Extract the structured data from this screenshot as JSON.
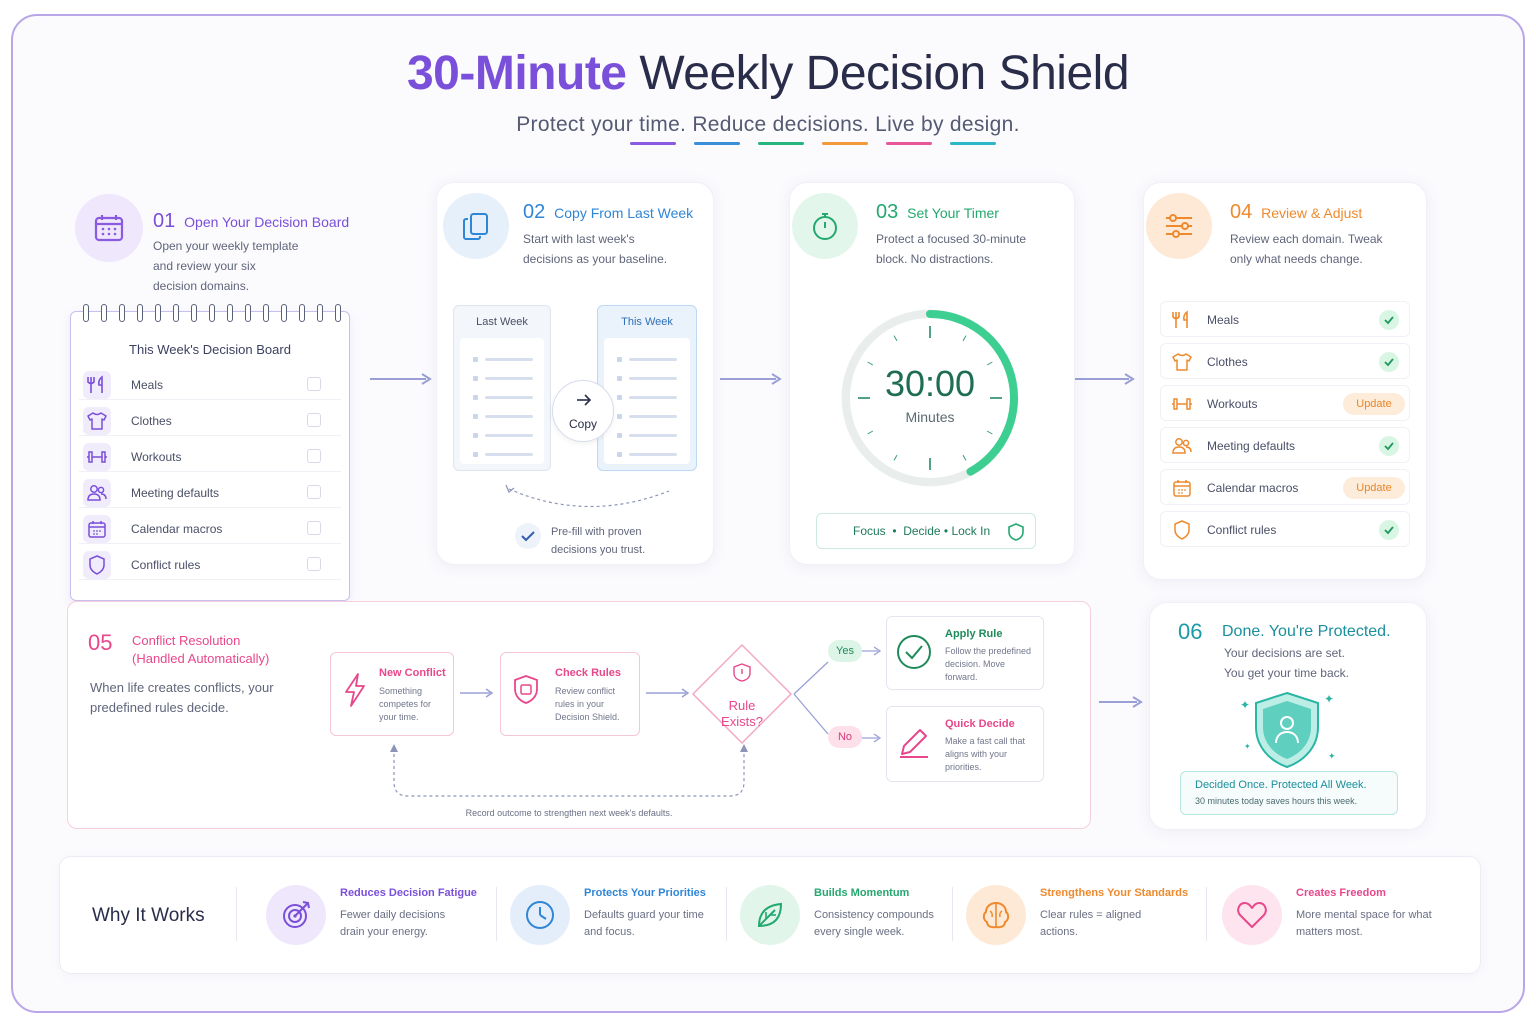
{
  "header": {
    "title_accent": "30-Minute",
    "title_rest": "Weekly Decision Shield",
    "subtitle": "Protect your time. Reduce decisions. Live by design.",
    "divider_colors": [
      "#8a5ae0",
      "#3a8fd9",
      "#27b57f",
      "#f29a3a",
      "#e8579a",
      "#2cb8c8"
    ]
  },
  "step1": {
    "num": "01",
    "title": "Open Your Decision Board",
    "desc": [
      "Open your weekly template",
      "and review your six",
      "decision domains."
    ],
    "board_title": "This Week's Decision Board",
    "items": [
      "Meals",
      "Clothes",
      "Workouts",
      "Meeting defaults",
      "Calendar macros",
      "Conflict rules"
    ],
    "icons": [
      "fork-knife-icon",
      "shirt-icon",
      "dumbbell-icon",
      "people-icon",
      "calendar-icon",
      "shield-icon"
    ]
  },
  "step2": {
    "num": "02",
    "title": "Copy From Last Week",
    "desc": [
      "Start with last week's",
      "decisions as your baseline."
    ],
    "last_week": "Last Week",
    "this_week": "This Week",
    "copy": "Copy",
    "note": [
      "Pre-fill with proven",
      "decisions you trust."
    ]
  },
  "step3": {
    "num": "03",
    "title": "Set Your Timer",
    "desc": [
      "Protect a focused 30-minute",
      "block. No distractions."
    ],
    "timer": "30:00",
    "timer_unit": "Minutes",
    "timer_progress": 0.42,
    "focus_bar": "Focus  •  Decide • Lock In"
  },
  "step4": {
    "num": "04",
    "title": "Review & Adjust",
    "desc": [
      "Review each domain. Tweak",
      "only what needs change."
    ],
    "items": [
      {
        "label": "Meals",
        "status": "done"
      },
      {
        "label": "Clothes",
        "status": "done"
      },
      {
        "label": "Workouts",
        "status": "Update"
      },
      {
        "label": "Meeting defaults",
        "status": "done"
      },
      {
        "label": "Calendar macros",
        "status": "Update"
      },
      {
        "label": "Conflict rules",
        "status": "done"
      }
    ]
  },
  "step5": {
    "num": "05",
    "title": [
      "Conflict Resolution",
      "(Handled Automatically)"
    ],
    "desc": [
      "When life creates conflicts, your",
      "predefined rules decide."
    ],
    "new_conflict": {
      "title": "New Conflict",
      "desc": [
        "Something",
        "competes for",
        "your time."
      ]
    },
    "check_rules": {
      "title": "Check Rules",
      "desc": [
        "Review conflict",
        "rules in your",
        "Decision Shield."
      ]
    },
    "decision": [
      "Rule",
      "Exists?"
    ],
    "yes": "Yes",
    "no": "No",
    "apply_rule": {
      "title": "Apply Rule",
      "desc": [
        "Follow the predefined",
        "decision. Move",
        "forward."
      ]
    },
    "quick_decide": {
      "title": "Quick Decide",
      "desc": [
        "Make a fast call that",
        "aligns with your",
        "priorities."
      ]
    },
    "loop_note": "Record outcome to strengthen next week's defaults."
  },
  "step6": {
    "num": "06",
    "title": "Done. You're Protected.",
    "desc": [
      "Your decisions are set.",
      "You get your time back."
    ],
    "banner_title": "Decided Once. Protected All Week.",
    "banner_desc": "30 minutes today saves hours this week."
  },
  "why": {
    "heading": "Why It Works",
    "items": [
      {
        "title": "Reduces Decision Fatigue",
        "desc": [
          "Fewer daily decisions",
          "drain your energy."
        ],
        "color": "#7a4fd9"
      },
      {
        "title": "Protects Your Priorities",
        "desc": [
          "Defaults guard your time",
          "and focus."
        ],
        "color": "#2f86d6"
      },
      {
        "title": "Builds Momentum",
        "desc": [
          "Consistency compounds",
          "every single week."
        ],
        "color": "#24a86f"
      },
      {
        "title": "Strengthens Your Standards",
        "desc": [
          "Clear rules = aligned",
          "actions."
        ],
        "color": "#ee8a2e"
      },
      {
        "title": "Creates Freedom",
        "desc": [
          "More mental space for what",
          "matters most."
        ],
        "color": "#e8478c"
      }
    ]
  }
}
